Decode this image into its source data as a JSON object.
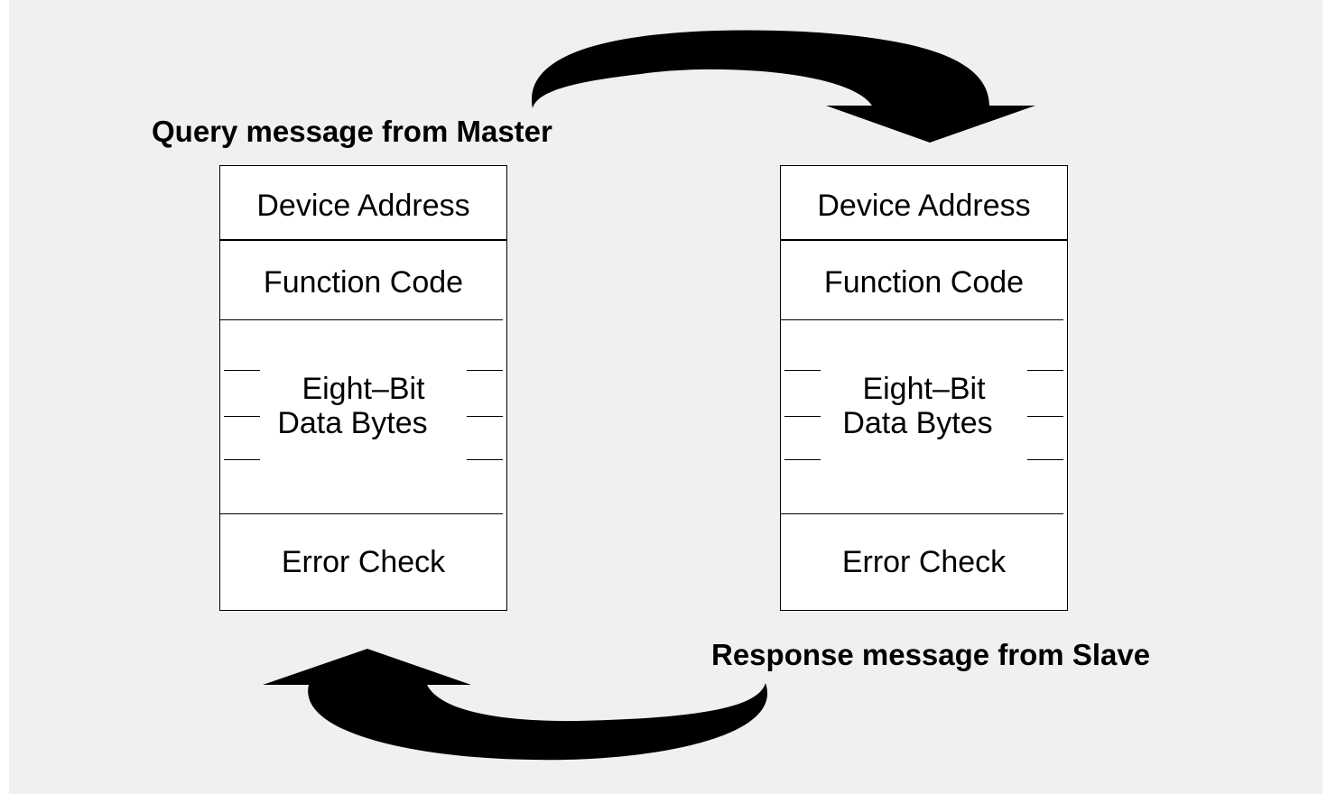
{
  "captions": {
    "query": "Query message from Master",
    "response": "Response message from Slave"
  },
  "frames": [
    {
      "device_address": "Device Address",
      "function_code": "Function Code",
      "data_line1": "Eight–Bit",
      "data_line2": "Data Bytes",
      "error_check": "Error Check"
    },
    {
      "device_address": "Device Address",
      "function_code": "Function Code",
      "data_line1": "Eight–Bit",
      "data_line2": "Data Bytes",
      "error_check": "Error Check"
    }
  ],
  "colors": {
    "background": "#f0f0f0",
    "frame_fill": "#ffffff",
    "ink": "#000000"
  }
}
